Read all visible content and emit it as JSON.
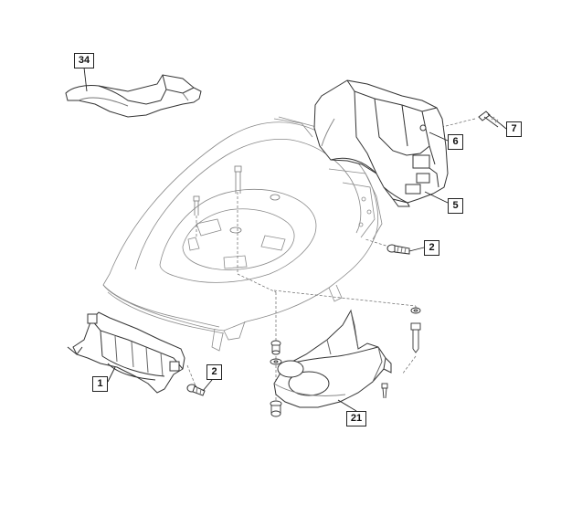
{
  "callouts": {
    "c34": "34",
    "c7": "7",
    "c6": "6",
    "c5": "5",
    "c2_right": "2",
    "c1": "1",
    "c2_left": "2",
    "c21": "21"
  },
  "colors": {
    "line": "#333333",
    "light": "#888888",
    "shade": "#bbbbbb",
    "background": "#ffffff"
  }
}
